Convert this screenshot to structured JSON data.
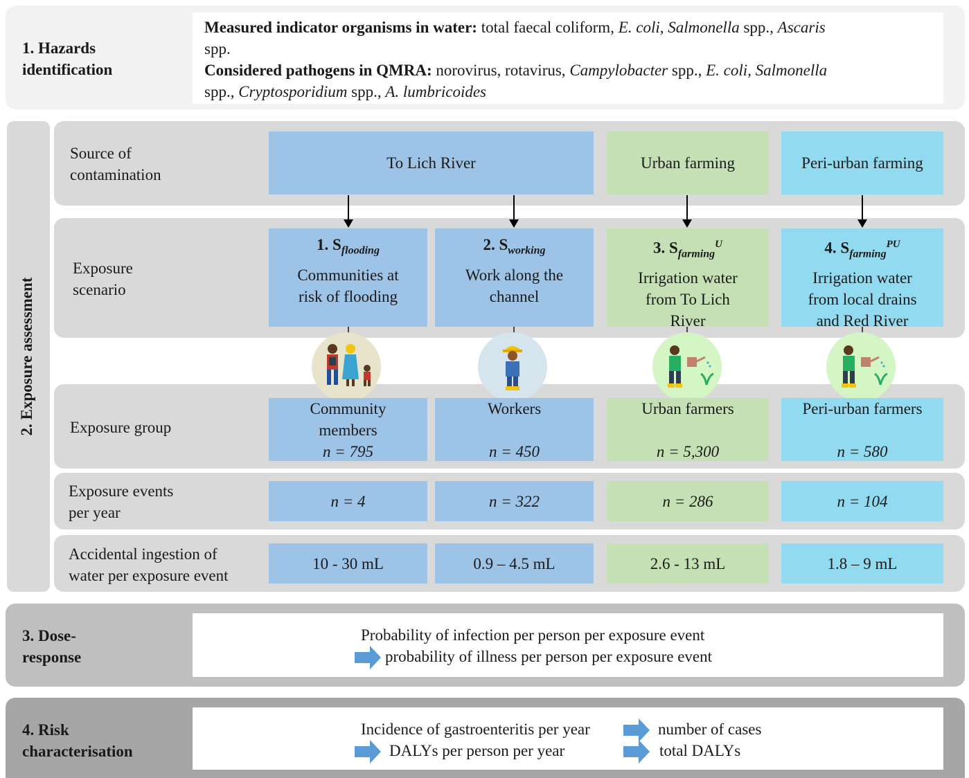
{
  "hazards": {
    "label_line1": "1. Hazards",
    "label_line2": "identification",
    "measured_bold": "Measured indicator organisms in water:",
    "measured_text1": " total faecal coliform, ",
    "measured_ecoli": "E. coli, Salmonella",
    "measured_text2": " spp., ",
    "measured_ascaris": "Ascaris",
    "measured_spp": "spp.",
    "considered_bold": "Considered pathogens in QMRA:",
    "considered_text1": " norovirus, rotavirus, ",
    "considered_campy": "Campylobacter",
    "considered_text2": " spp., ",
    "considered_ecoli": "E. coli, Salmonella",
    "considered_text3": "spp., ",
    "considered_crypto": "Cryptosporidium",
    "considered_text4": " spp., ",
    "considered_ascaris": "A. lumbricoides"
  },
  "exposure": {
    "side_label": "2. Exposure assessment",
    "source": {
      "label_line1": "Source of",
      "label_line2": "contamination",
      "river": "To Lich River",
      "urban": "Urban farming",
      "periurban": "Peri-urban farming"
    },
    "scenario": {
      "label_line1": "Exposure",
      "label_line2": "scenario",
      "s1_num": "1. S",
      "s1_sub": "flooding",
      "s1_line1": "Communities at",
      "s1_line2": "risk of flooding",
      "s2_num": "2. S",
      "s2_sub": "working",
      "s2_line1": "Work along the",
      "s2_line2": "channel",
      "s3_num": "3. S",
      "s3_sub": "farming",
      "s3_sup": "U",
      "s3_line1": "Irrigation water",
      "s3_line2": "from To Lich",
      "s3_line3": "River",
      "s4_num": "4. S",
      "s4_sub": "farming",
      "s4_sup": "PU",
      "s4_line1": "Irrigation water",
      "s4_line2": "from local drains",
      "s4_line3": "and Red River"
    },
    "group": {
      "label": "Exposure group",
      "g1_line1": "Community",
      "g1_line2": "members",
      "g1_n": "n = 795",
      "g2_line1": "Workers",
      "g2_n": "n = 450",
      "g3_line1": "Urban farmers",
      "g3_n": "n = 5,300",
      "g4_line1": "Peri-urban farmers",
      "g4_n": "n = 580"
    },
    "events": {
      "label_line1": "Exposure events",
      "label_line2": "per year",
      "e1": "n = 4",
      "e2": "n = 322",
      "e3": "n = 286",
      "e4": "n = 104"
    },
    "ingestion": {
      "label_line1": "Accidental ingestion of",
      "label_line2": "water per exposure event",
      "i1": "10 - 30 mL",
      "i2": "0.9 – 4.5 mL",
      "i3": "2.6 - 13 mL",
      "i4": "1.8 – 9 mL"
    }
  },
  "dose": {
    "label_line1": "3. Dose-",
    "label_line2": "response",
    "line1": "Probability of infection per person per exposure event",
    "line2": "probability of illness per person per exposure event"
  },
  "risk": {
    "label_line1": "4. Risk",
    "label_line2": "characterisation",
    "line1a": "Incidence of gastroenteritis per year",
    "line1b": "number of cases",
    "line2a": "DALYs per person per year",
    "line2b": "total DALYs"
  },
  "colors": {
    "river_blue": "#9dc3e6",
    "urban_green": "#c5e0b4",
    "periurban_cyan": "#92daf0",
    "arrow_blue": "#5b9bd5"
  },
  "icons": [
    "family-icon",
    "worker-icon",
    "urban-farmer-icon",
    "periurban-farmer-icon"
  ]
}
